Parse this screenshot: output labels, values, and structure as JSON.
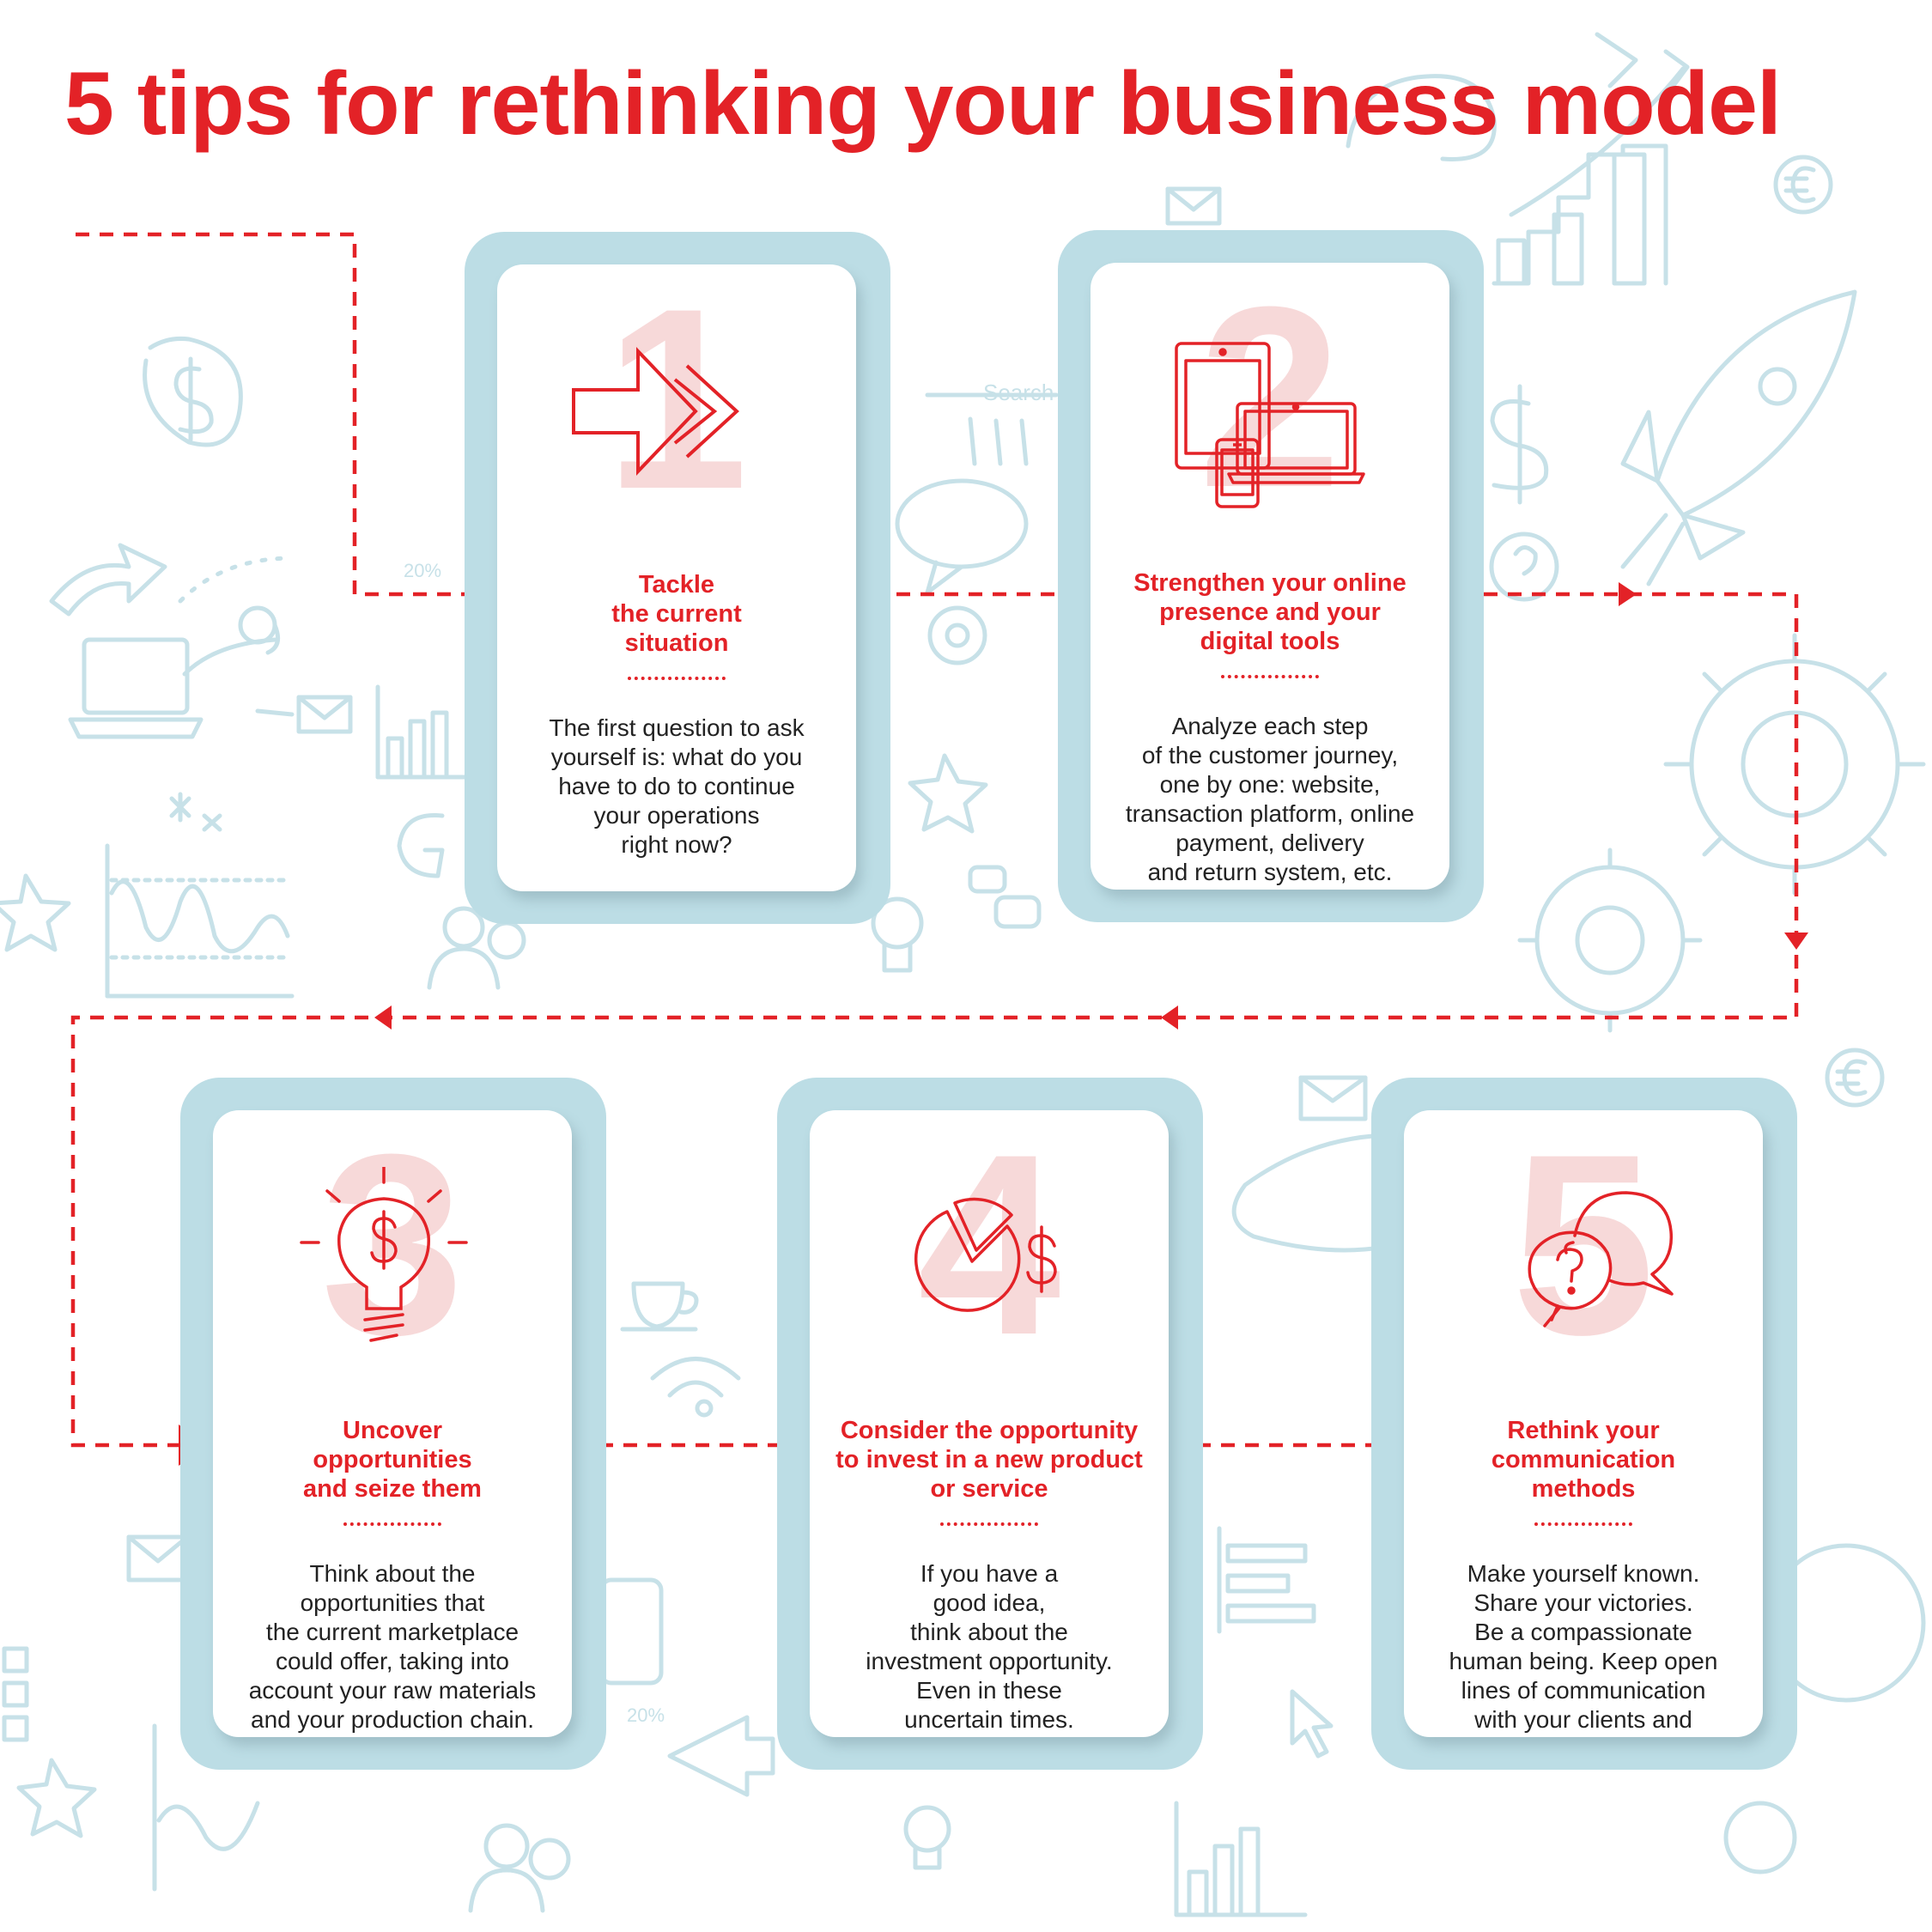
{
  "title": "5 tips for rethinking your business model",
  "colors": {
    "accent": "#e32227",
    "card_frame": "#bcdde5",
    "background_doodles": "#c7e1e8",
    "faded_number": "#f7d9d9"
  },
  "background": {
    "doodle_texts": {
      "search": "Search",
      "percent_a": "20%",
      "percent_b": "20%"
    }
  },
  "tips": [
    {
      "number": "1",
      "icon": "double-arrow-icon",
      "title": "Tackle\nthe current\nsituation",
      "text": "The first question to ask\nyourself is: what do you\nhave to do to continue\nyour operations\nright now?"
    },
    {
      "number": "2",
      "icon": "devices-icon",
      "title": "Strengthen your online\npresence and your\ndigital tools",
      "text": "Analyze each step\nof the customer journey,\none by one: website,\ntransaction platform, online\npayment, delivery\nand return system, etc."
    },
    {
      "number": "3",
      "icon": "dollar-lightbulb-icon",
      "title": "Uncover\nopportunities\nand seize them",
      "text": "Think about the\nopportunities that\nthe current marketplace\ncould offer, taking into\naccount your raw materials\nand your production chain."
    },
    {
      "number": "4",
      "icon": "pie-chart-dollar-icon",
      "title": "Consider the opportunity\nto invest in a new product\nor service",
      "text": "If you have a\ngood idea,\nthink about the\ninvestment opportunity.\nEven in these\nuncertain times."
    },
    {
      "number": "5",
      "icon": "speech-bubbles-question-icon",
      "title": "Rethink your\ncommunication\nmethods",
      "text": "Make yourself known.\nShare your victories.\nBe a compassionate\nhuman being. Keep open\nlines of communication\nwith your clients and\nemployees."
    }
  ]
}
